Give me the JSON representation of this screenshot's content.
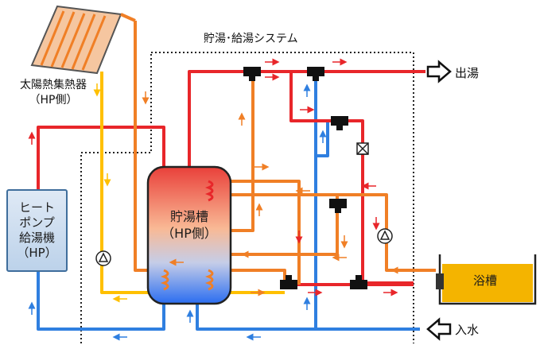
{
  "system_title": "貯湯･給湯システム",
  "solar_collector": {
    "label": "太陽熱集熱器\n（HP側）"
  },
  "heat_pump": {
    "label": "ヒート\nポンプ\n給湯機\n（HP）"
  },
  "storage_tank": {
    "label": "貯湯槽\n（HP側）"
  },
  "bathtub": {
    "label": "浴槽"
  },
  "hot_water_outlet": {
    "label": "出湯"
  },
  "water_inlet": {
    "label": "入水"
  },
  "colors": {
    "hot_pipe": "#e8262a",
    "warm_pipe": "#f07f26",
    "solar_pipe": "#ffc000",
    "cold_pipe": "#2f7fe0",
    "bath_water": "#f4b400",
    "heat_pump_border": "#3f6e9c"
  }
}
